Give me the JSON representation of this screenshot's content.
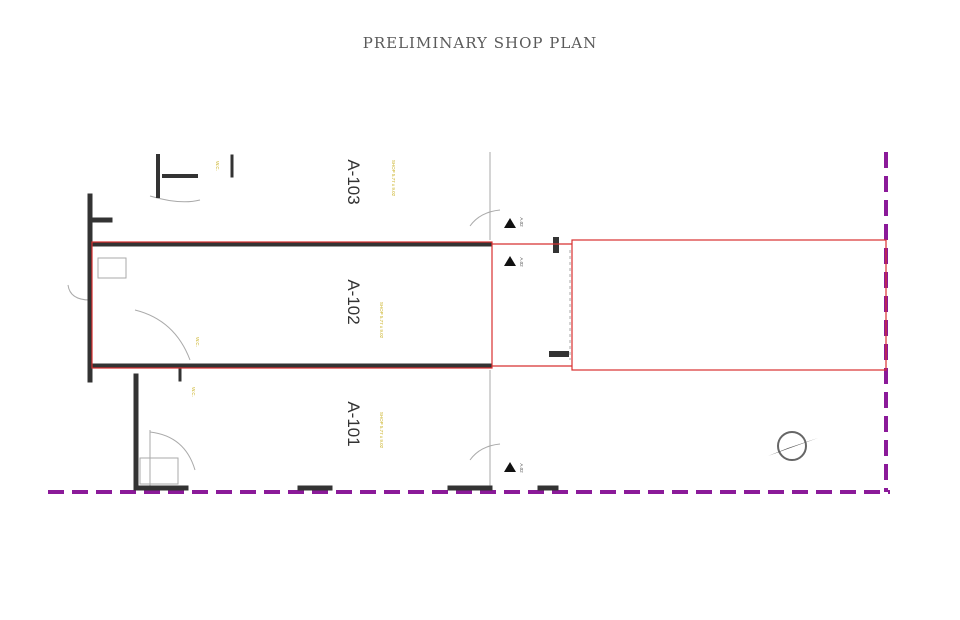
{
  "title": "PRELIMINARY SHOP PLAN",
  "units": [
    {
      "id": "A-103",
      "label": "A-103",
      "area": "SHOP 5.77 x 9.02"
    },
    {
      "id": "A-102",
      "label": "A-102",
      "area": "SHOP 5.77 x 9.02"
    },
    {
      "id": "A-101",
      "label": "A-101",
      "area": "SHOP 5.77 x 9.02"
    }
  ],
  "wc_labels": [
    "W.C.",
    "W.C.",
    "W.C."
  ],
  "door_tags": [
    "A.02",
    "A.02",
    "A.02"
  ],
  "colors": {
    "boundary": "#8b1a99",
    "highlight": "#d83030",
    "wall": "#333333",
    "line": "#aaaaaa"
  },
  "icons": [
    "north-arrow-icon",
    "door-tag-icon"
  ]
}
